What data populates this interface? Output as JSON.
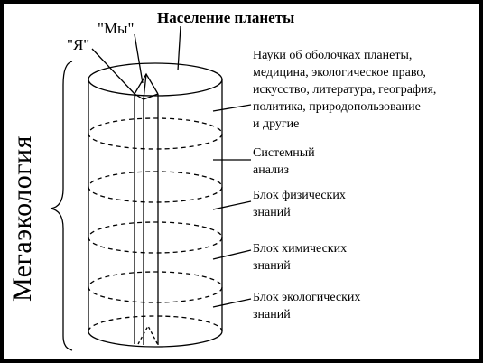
{
  "diagram": {
    "title": "Население планеты",
    "label_we": "\"Мы\"",
    "label_i": "\"Я\"",
    "vertical_label": "Мегаэкология",
    "layers": [
      {
        "lines": [
          "Науки об оболочках планеты,",
          "медицина, экологическое право,",
          "искусство, литература, география,",
          "политика, природопользование",
          "и другие"
        ]
      },
      {
        "lines": [
          "Системный",
          "анализ"
        ]
      },
      {
        "lines": [
          "Блок физических",
          "знаний"
        ]
      },
      {
        "lines": [
          "Блок химических",
          "знаний"
        ]
      },
      {
        "lines": [
          "Блок экологических",
          "знаний"
        ]
      }
    ]
  }
}
